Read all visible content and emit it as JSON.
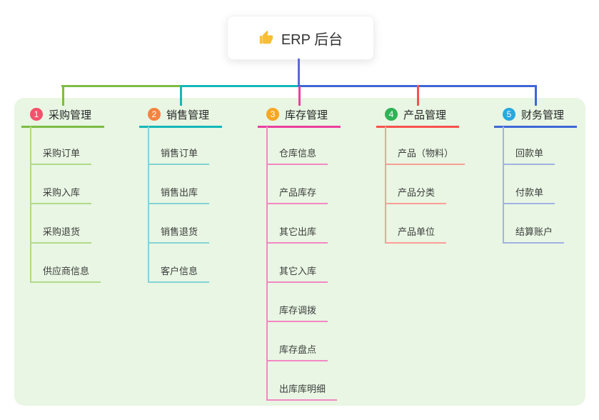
{
  "root": {
    "label": "ERP 后台",
    "icon": "thumbs-up",
    "line_color": "#5c6bd2"
  },
  "panel": {
    "background": "#e8f6e3"
  },
  "branches": [
    {
      "number": "1",
      "label": "采购管理",
      "badge_color": "#f4516c",
      "line_color": "#7cbd45",
      "child_line_color": "#b2d98b",
      "children": [
        "采购订单",
        "采购入库",
        "采购退货",
        "供应商信息"
      ]
    },
    {
      "number": "2",
      "label": "销售管理",
      "badge_color": "#f5833f",
      "line_color": "#14b7b9",
      "child_line_color": "#84d3d3",
      "children": [
        "销售订单",
        "销售出库",
        "销售退货",
        "客户信息"
      ]
    },
    {
      "number": "3",
      "label": "库存管理",
      "badge_color": "#f6a723",
      "line_color": "#ec3f9f",
      "child_line_color": "#f387c3",
      "children": [
        "仓库信息",
        "产品库存",
        "其它出库",
        "其它入库",
        "库存调拨",
        "库存盘点",
        "出库库明细"
      ]
    },
    {
      "number": "4",
      "label": "产品管理",
      "badge_color": "#2fb356",
      "line_color": "#f8524d",
      "child_line_color": "#fa9e98",
      "children": [
        "产品（物料）",
        "产品分类",
        "产品单位"
      ]
    },
    {
      "number": "5",
      "label": "财务管理",
      "badge_color": "#27a9e0",
      "line_color": "#3f66d8",
      "child_line_color": "#a3b2e2",
      "children": [
        "回款单",
        "付款单",
        "结算账户"
      ]
    }
  ]
}
